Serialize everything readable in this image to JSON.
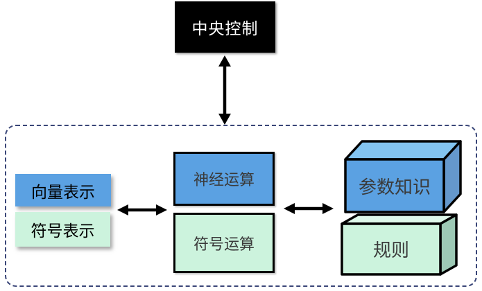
{
  "nodes": {
    "central_control": "中央控制",
    "vector_representation": "向量表示",
    "symbol_representation": "符号表示",
    "neural_operation": "神经运算",
    "symbol_operation": "符号运算",
    "parametric_knowledge": "参数知识",
    "rules": "规则"
  },
  "icons": {
    "vertical_arrow": "double-headed-arrow-vertical",
    "left_arrow": "double-headed-arrow-horizontal",
    "right_arrow": "double-headed-arrow-horizontal"
  },
  "colors": {
    "blue": "#5BA1E2",
    "blue-top": "#83C4F0",
    "blue-side": "#6598CC",
    "mint": "#CCF3DD",
    "mint-top": "#DEF8EA",
    "mint-side": "#9DC9B5",
    "black-box": "#000000",
    "dash-border": "#3A4678",
    "text-dark": "#3A3A3A",
    "text-light": "#FFFFFF"
  }
}
